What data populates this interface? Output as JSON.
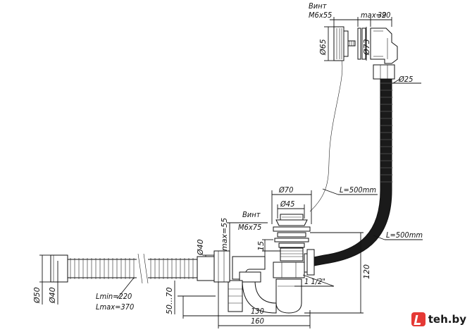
{
  "labels": {
    "vint_top": "Винт",
    "m6x55": "М6х55",
    "max20": "max=20",
    "d39": "39",
    "d65": "Ø65",
    "d73": "Ø73",
    "d25": "Ø25",
    "l500_upper": "L=500mm",
    "d70": "Ø70",
    "d45": "Ø45",
    "vint_mid": "Винт",
    "m6x75": "М6х75",
    "max55": "max=55",
    "d15": "15",
    "l500_lower": "L=500mm",
    "d40_vert": "Ø40",
    "d50": "Ø50",
    "d40_left": "Ø40",
    "lmin": "Lmin=220",
    "lmax": "Lmax=370",
    "range50_70": "50...70",
    "thread": "1 1/2\"",
    "d120": "120",
    "d130": "130",
    "d160": "160"
  },
  "watermark": {
    "text": "teh.by",
    "color": "#e53935"
  }
}
